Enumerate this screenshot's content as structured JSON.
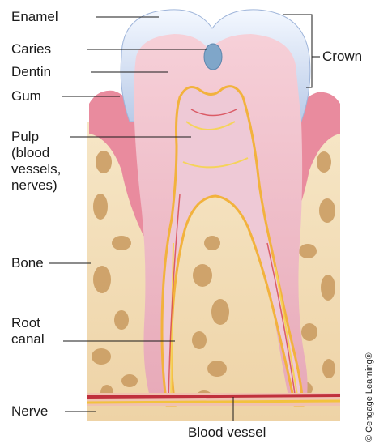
{
  "labels": {
    "enamel": "Enamel",
    "caries": "Caries",
    "dentin": "Dentin",
    "gum": "Gum",
    "crown": "Crown",
    "pulp_line1": "Pulp",
    "pulp_line2": "(blood",
    "pulp_line3": "vessels,",
    "pulp_line4": "nerves)",
    "bone": "Bone",
    "root_canal_line1": "Root",
    "root_canal_line2": "canal",
    "nerve": "Nerve",
    "blood_vessel": "Blood vessel"
  },
  "credit": "© Cengage Learning®",
  "colors": {
    "enamel": "#c9d8ef",
    "dentin": "#f0bcc8",
    "pulp": "#eec9d6",
    "gum": "#e98b9e",
    "bone": "#f2dcb4",
    "bone_pores": "#c99a5f",
    "nerve": "#f5d35a",
    "blood": "#d6404a",
    "caries": "#7fa6c9"
  }
}
